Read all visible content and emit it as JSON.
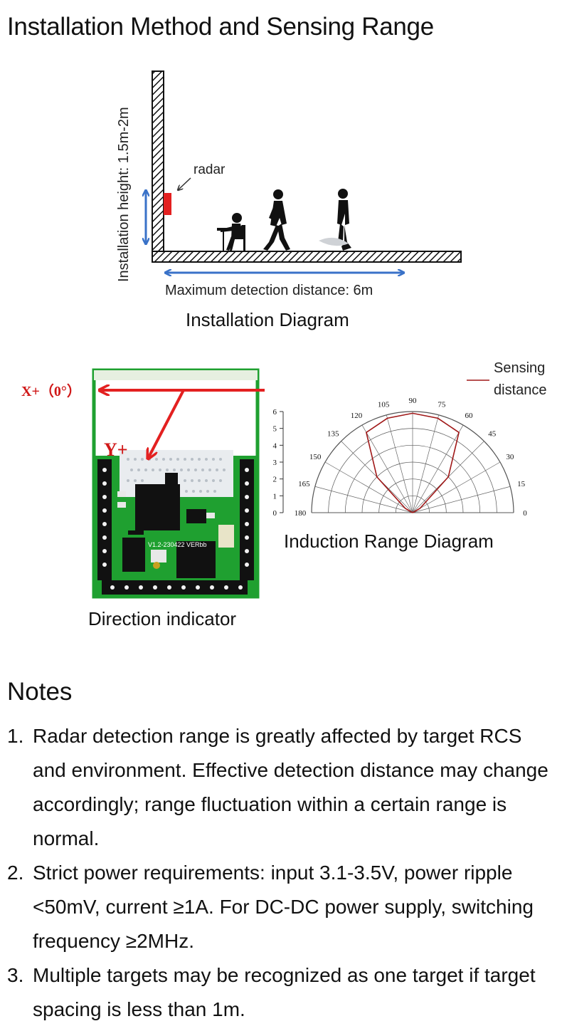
{
  "page": {
    "title": "Installation Method and Sensing Range"
  },
  "installation": {
    "height_label": "Installation height: 1.5m-2m",
    "radar_label": "radar",
    "distance_label": "Maximum detection distance: 6m",
    "caption": "Installation Diagram",
    "colors": {
      "radar": "#e32020",
      "arrow": "#3a72c8"
    }
  },
  "direction": {
    "x_label": "X+（0°）",
    "y_label": "Y+",
    "board_text": "V1.2-230422 VERbb",
    "caption": "Direction indicator",
    "colors": {
      "pcb": "#1fa030",
      "arrow": "#e32020"
    }
  },
  "chart_data": {
    "type": "polar",
    "title": "",
    "caption": "Induction Range Diagram",
    "legend": {
      "label_line1": "Sensing",
      "label_line2": "distance",
      "color": "#a01818",
      "placement": "top-right"
    },
    "radial_axis": {
      "min": 0,
      "max": 6,
      "ticks": [
        "0",
        "1",
        "2",
        "3",
        "4",
        "5",
        "6"
      ]
    },
    "angle_ticks": [
      "0",
      "15",
      "30",
      "45",
      "60",
      "75",
      "90",
      "105",
      "120",
      "135",
      "150",
      "165",
      "180"
    ],
    "series": [
      {
        "angles": [
          0,
          30,
          45,
          60,
          75,
          90,
          105,
          120,
          135,
          150,
          180
        ],
        "values": [
          0,
          0.5,
          3.0,
          5.5,
          5.8,
          5.9,
          5.8,
          5.5,
          3.0,
          0.5,
          0
        ]
      }
    ]
  },
  "notes": {
    "title": "Notes",
    "items": [
      {
        "num": "1.",
        "text": "Radar detection range is greatly affected by target RCS and environment. Effective detection distance may change accordingly; range fluctuation within a certain range is normal."
      },
      {
        "num": "2.",
        "text": "Strict power requirements: input 3.1-3.5V, power ripple <50mV, current ≥1A. For DC-DC power supply, switching frequency ≥2MHz."
      },
      {
        "num": "3.",
        "text": "Multiple targets may be recognized as one target if target spacing is less than 1m."
      }
    ]
  }
}
